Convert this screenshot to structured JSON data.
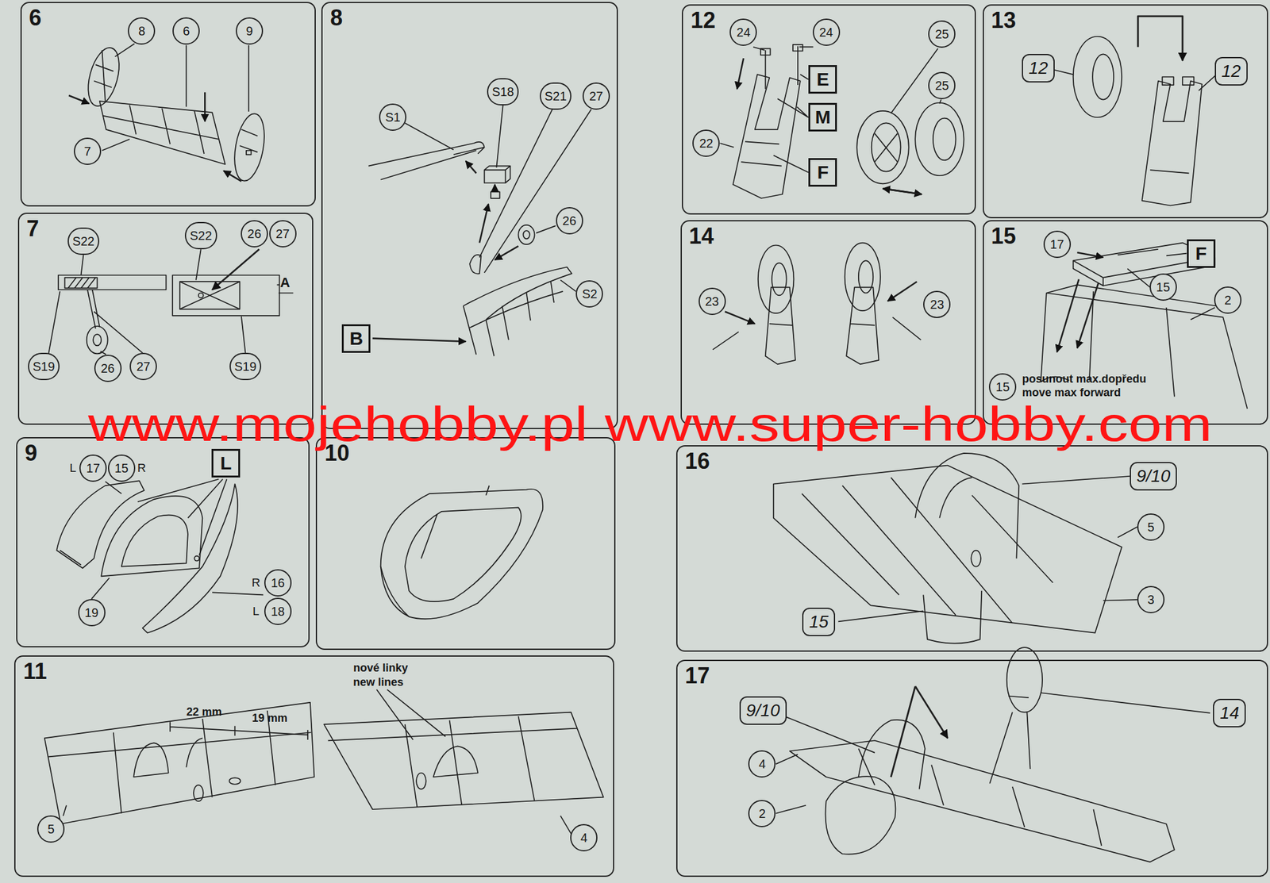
{
  "diagram": {
    "nodes": [
      {
        "text": [
          "6"
        ]
      },
      {
        "text": [
          "8"
        ],
        "in": 0
      },
      {
        "text": [
          "6"
        ],
        "in": 0
      },
      {
        "text": [
          "9"
        ],
        "in": 0
      },
      {
        "text": [
          "7"
        ],
        "in": 0
      },
      {
        "text": [
          "7"
        ]
      },
      {
        "text": [
          "S22"
        ],
        "in": 5
      },
      {
        "text": [
          "S22"
        ],
        "in": 5
      },
      {
        "text": [
          "26"
        ],
        "in": 5
      },
      {
        "text": [
          "27"
        ],
        "in": 5
      },
      {
        "text": [
          "S19"
        ],
        "in": 5
      },
      {
        "text": [
          "26"
        ],
        "in": 5
      },
      {
        "text": [
          "27"
        ],
        "in": 5
      },
      {
        "text": [
          "S19"
        ],
        "in": 5
      },
      {
        "text": [
          "8"
        ]
      },
      {
        "text": [
          "S18"
        ],
        "in": 14
      },
      {
        "text": [
          "S1"
        ],
        "in": 14
      },
      {
        "text": [
          "S21"
        ],
        "in": 14
      },
      {
        "text": [
          "27"
        ],
        "in": 14
      },
      {
        "text": [
          "26"
        ],
        "in": 14
      },
      {
        "text": [
          "S2"
        ],
        "in": 14
      },
      {
        "text": [
          "B"
        ],
        "in": 14
      },
      {
        "text": [
          "9"
        ]
      },
      {
        "text": [
          "17"
        ],
        "in": 22
      },
      {
        "text": [
          "15"
        ],
        "in": 22
      },
      {
        "text": [
          "L"
        ],
        "in": 22
      },
      {
        "text": [
          "19"
        ],
        "in": 22
      },
      {
        "text": [
          "16"
        ],
        "in": 22
      },
      {
        "text": [
          "18"
        ],
        "in": 22
      },
      {
        "text": [
          "10"
        ]
      },
      {
        "text": [
          "11"
        ]
      },
      {
        "text": [
          "5"
        ],
        "in": 30
      },
      {
        "text": [
          "4"
        ],
        "in": 30
      },
      {
        "text": [
          "12"
        ]
      },
      {
        "text": [
          "24"
        ],
        "in": 33
      },
      {
        "text": [
          "24"
        ],
        "in": 33
      },
      {
        "text": [
          "25"
        ],
        "in": 33
      },
      {
        "text": [
          "E"
        ],
        "in": 33
      },
      {
        "text": [
          "25"
        ],
        "in": 33
      },
      {
        "text": [
          "M"
        ],
        "in": 33
      },
      {
        "text": [
          "22"
        ],
        "in": 33
      },
      {
        "text": [
          "F"
        ],
        "in": 33
      },
      {
        "text": [
          "13"
        ]
      },
      {
        "text": [
          "12"
        ],
        "in": 42
      },
      {
        "text": [
          "12"
        ],
        "in": 42
      },
      {
        "text": [
          "14"
        ]
      },
      {
        "text": [
          "23"
        ],
        "in": 45
      },
      {
        "text": [
          "23"
        ],
        "in": 45
      },
      {
        "text": [
          "15"
        ]
      },
      {
        "text": [
          "17"
        ],
        "in": 48
      },
      {
        "text": [
          "F"
        ],
        "in": 48
      },
      {
        "text": [
          "15"
        ],
        "in": 48
      },
      {
        "text": [
          "2"
        ],
        "in": 48
      },
      {
        "text": [
          "15"
        ],
        "in": 48
      },
      {
        "text": [
          "16"
        ]
      },
      {
        "text": [
          "9/10"
        ],
        "in": 54
      },
      {
        "text": [
          "5"
        ],
        "in": 54
      },
      {
        "text": [
          "3"
        ],
        "in": 54
      },
      {
        "text": [
          "15"
        ],
        "in": 54
      },
      {
        "text": [
          "17"
        ]
      },
      {
        "text": [
          "9/10"
        ],
        "in": 59
      },
      {
        "text": [
          "4"
        ],
        "in": 59
      },
      {
        "text": [
          "2"
        ],
        "in": 59
      },
      {
        "text": [
          "14"
        ],
        "in": 59
      }
    ],
    "labels": [
      "A",
      "L",
      "R",
      "R",
      "L",
      "22 mm",
      "19 mm",
      "nové linky",
      "new lines",
      "posunout max.dopředu",
      "move max forward",
      "www.mojehobby.pl www.super-hobby.com"
    ]
  }
}
